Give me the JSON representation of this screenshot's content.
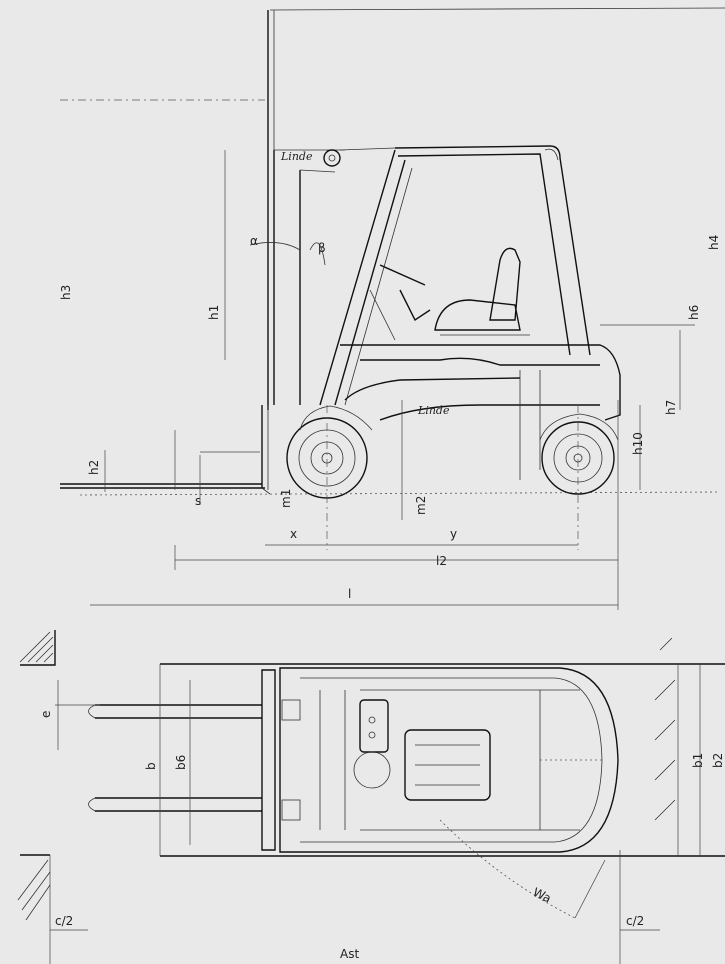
{
  "brand": {
    "logo_text": "Linde"
  },
  "labels": {
    "h3": "h3",
    "h1": "h1",
    "h4": "h4",
    "h6": "h6",
    "h7": "h7",
    "h10": "h10",
    "h2": "h2",
    "alpha": "α",
    "beta": "β",
    "s": "s",
    "m1": "m1",
    "m2": "m2",
    "x": "x",
    "y": "y",
    "l": "l",
    "l2": "l2",
    "e": "e",
    "b": "b",
    "b6": "b6",
    "b1": "b1",
    "b2": "b2",
    "wa": "Wa",
    "c2_left": "c/2",
    "c2_right": "c/2",
    "ast": "Ast"
  }
}
